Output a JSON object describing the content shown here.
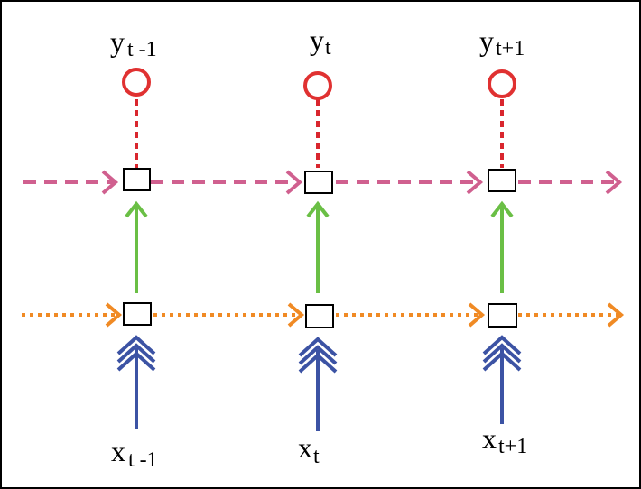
{
  "colors": {
    "output": "#e03131",
    "output_link": "#d9262e",
    "top_recurrent": "#d0608f",
    "bottom_recurrent": "#f08a24",
    "vertical_link": "#6abf45",
    "input": "#3c53a4",
    "node_stroke": "#000000",
    "frame": "#000000"
  },
  "timesteps": [
    {
      "y": {
        "base": "y",
        "sub": "t -1"
      },
      "x": {
        "base": "x",
        "sub": "t -1"
      }
    },
    {
      "y": {
        "base": "y",
        "sub": "t"
      },
      "x": {
        "base": "x",
        "sub": "t"
      }
    },
    {
      "y": {
        "base": "y",
        "sub": "t+1"
      },
      "x": {
        "base": "x",
        "sub": "t+1"
      }
    }
  ]
}
